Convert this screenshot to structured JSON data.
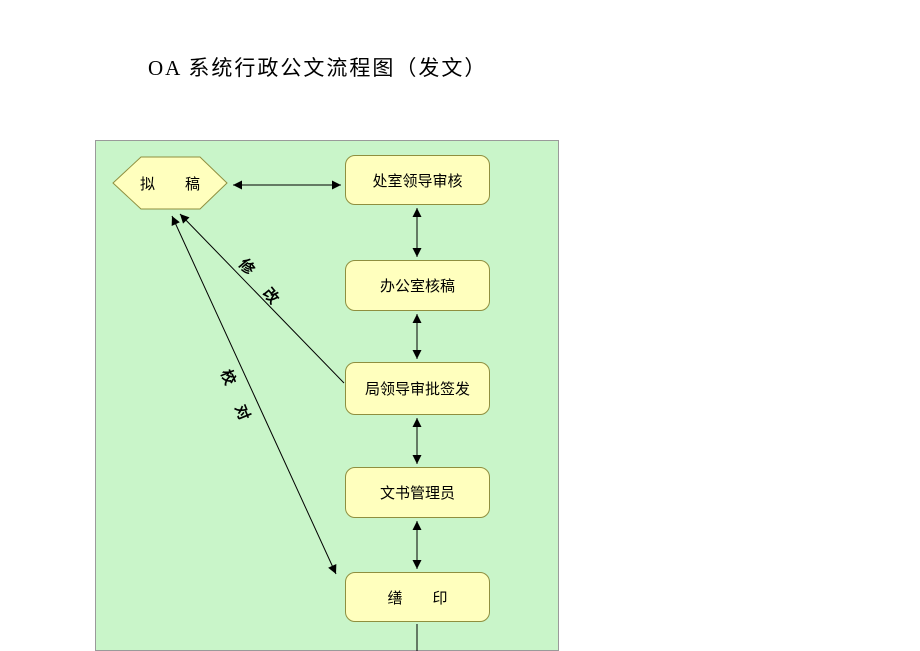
{
  "page": {
    "title": "OA 系统行政公文流程图（发文）"
  },
  "flowchart": {
    "nodes": [
      {
        "id": "draft",
        "label": "拟　　稿",
        "shape": "hexagon"
      },
      {
        "id": "dept-leader-review",
        "label": "处室领导审核",
        "shape": "rounded-rect"
      },
      {
        "id": "office-check",
        "label": "办公室核稿",
        "shape": "rounded-rect"
      },
      {
        "id": "bureau-leader-sign",
        "label": "局领导审批签发",
        "shape": "rounded-rect"
      },
      {
        "id": "document-clerk",
        "label": "文书管理员",
        "shape": "rounded-rect"
      },
      {
        "id": "print",
        "label": "缮　　印",
        "shape": "rounded-rect"
      }
    ],
    "edge_labels": {
      "revise": "修　改",
      "proofread": "校　对"
    },
    "colors": {
      "panel_bg": "#c9f5c9",
      "node_fill": "#ffffbe",
      "node_border": "#8f8f3f",
      "connector": "#000000"
    }
  }
}
